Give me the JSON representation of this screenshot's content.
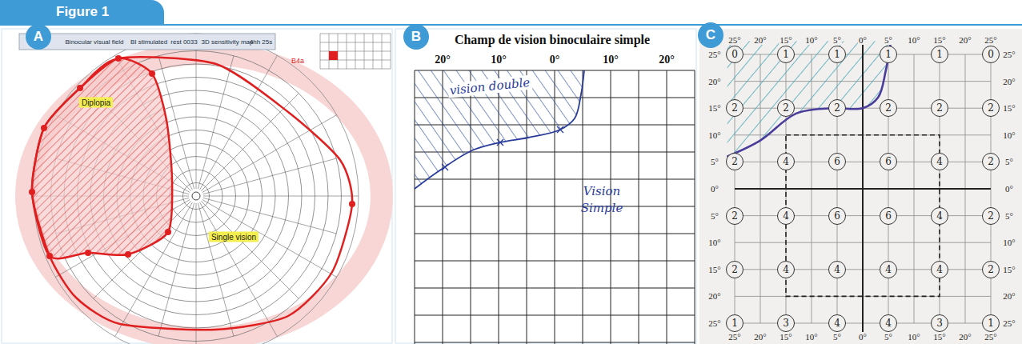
{
  "diagram": {
    "nodes": [
      {
        "text": [
          "Figure 1"
        ]
      },
      {
        "text": [
          "A"
        ]
      },
      {
        "text": [
          "Diplopia"
        ]
      },
      {
        "text": [
          "Single vision"
        ]
      },
      {
        "text": [
          "B"
        ]
      },
      {
        "text": [
          "C"
        ]
      },
      {
        "text": [
          "0"
        ]
      },
      {
        "text": [
          "1"
        ]
      },
      {
        "text": [
          "1"
        ]
      },
      {
        "text": [
          "1"
        ]
      },
      {
        "text": [
          "1"
        ]
      },
      {
        "text": [
          "0"
        ]
      },
      {
        "text": [
          "2"
        ]
      },
      {
        "text": [
          "2"
        ]
      },
      {
        "text": [
          "2"
        ]
      },
      {
        "text": [
          "2"
        ]
      },
      {
        "text": [
          "2"
        ]
      },
      {
        "text": [
          "2"
        ]
      },
      {
        "text": [
          "2"
        ]
      },
      {
        "text": [
          "4"
        ]
      },
      {
        "text": [
          "6"
        ]
      },
      {
        "text": [
          "6"
        ]
      },
      {
        "text": [
          "4"
        ]
      },
      {
        "text": [
          "2"
        ]
      },
      {
        "text": [
          "2"
        ]
      },
      {
        "text": [
          "4"
        ]
      },
      {
        "text": [
          "6"
        ]
      },
      {
        "text": [
          "6"
        ]
      },
      {
        "text": [
          "4"
        ]
      },
      {
        "text": [
          "2"
        ]
      },
      {
        "text": [
          "2"
        ]
      },
      {
        "text": [
          "4"
        ]
      },
      {
        "text": [
          "4"
        ]
      },
      {
        "text": [
          "4"
        ]
      },
      {
        "text": [
          "4"
        ]
      },
      {
        "text": [
          "2"
        ]
      },
      {
        "text": [
          "1"
        ]
      },
      {
        "text": [
          "3"
        ]
      },
      {
        "text": [
          "4"
        ]
      },
      {
        "text": [
          "4"
        ]
      },
      {
        "text": [
          "3"
        ]
      },
      {
        "text": [
          "1"
        ]
      }
    ],
    "labels": [
      "Binocular visual field",
      "BI stimulated",
      "rest 0033",
      "3D sensitivity map",
      "4hh 25s",
      "B4a",
      "Champ de vision binoculaire simple",
      "20°",
      "10°",
      "0°",
      "10°",
      "20°",
      "vision double",
      "Vision Simple",
      "25°",
      "20°",
      "15°",
      "10°",
      "5°",
      "0°",
      "5°",
      "10°",
      "15°",
      "20°",
      "25°",
      "25°",
      "20°",
      "15°",
      "10°",
      "5°",
      "0°",
      "5°",
      "10°",
      "15°",
      "20°",
      "25°",
      "25°",
      "20°",
      "15°",
      "10°",
      "5°",
      "0°",
      "5°",
      "10°",
      "15°",
      "20°",
      "25°",
      "25°",
      "20°",
      "15°",
      "10°",
      "5°",
      "0°",
      "5°",
      "10°",
      "15°",
      "20°",
      "25°"
    ]
  }
}
